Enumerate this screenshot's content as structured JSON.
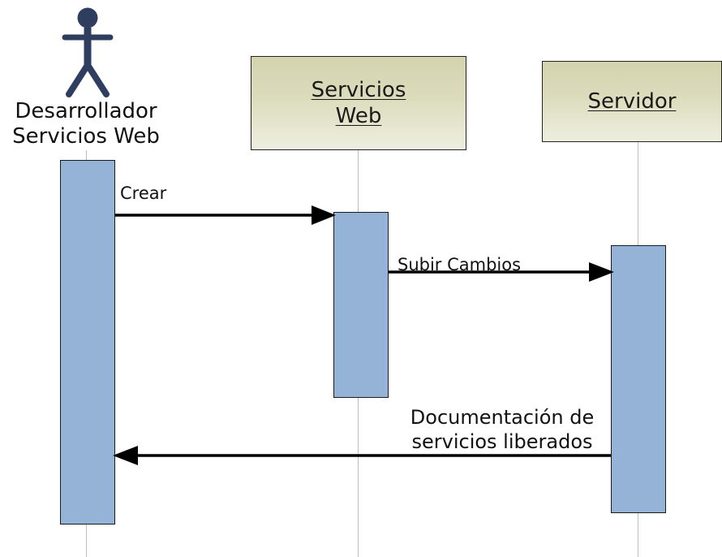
{
  "actor": {
    "line1": "Desarrollador",
    "line2": "Servicios Web"
  },
  "objects": {
    "servicios_web": {
      "line1": "Servicios",
      "line2": "Web"
    },
    "servidor": {
      "label": "Servidor"
    }
  },
  "messages": {
    "crear": "Crear",
    "subir_cambios": "Subir Cambios",
    "documentacion": {
      "line1": "Documentación de",
      "line2": "servicios liberados"
    }
  },
  "colors": {
    "activation_fill": "#95b3d7",
    "object_box_fill": "#dcdcbd",
    "actor_fill": "#2f3d5e",
    "arrow": "#000000",
    "lifeline": "#bdbdbd"
  }
}
